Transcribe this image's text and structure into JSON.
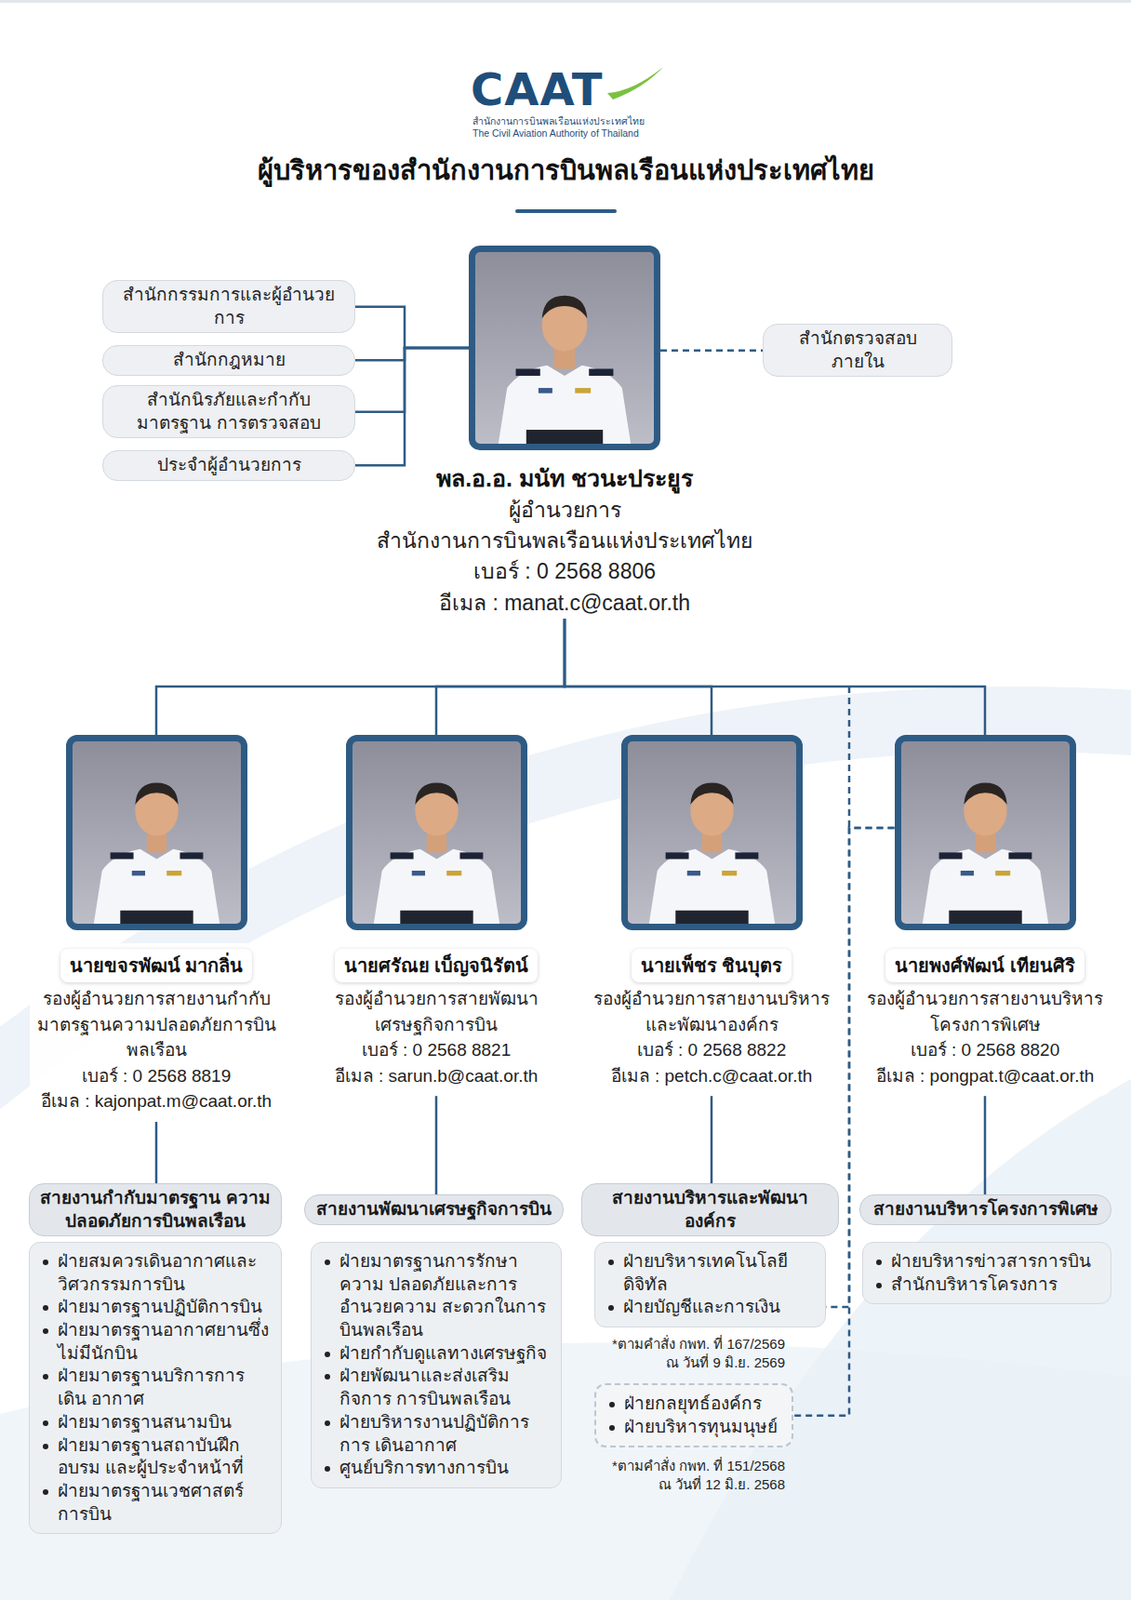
{
  "diagram": {
    "title": "ผู้บริหารของสำนักงานการบินพลเรือนแห่งประเทศไทย",
    "nodes": [
      {
        "text": [
          "สำนักกรรมการและผู้อำนวยการ"
        ]
      },
      {
        "text": [
          "สำนักกฎหมาย"
        ]
      },
      {
        "text": [
          "สำนักนิรภัยและกำกับมาตรฐาน การตรวจสอบ"
        ]
      },
      {
        "text": [
          "ประจำผู้อำนวยการ"
        ]
      },
      {
        "text": [
          "พล.อ.อ. มนัท ชวนะประยูร",
          "ผู้อำนวยการ",
          "สำนักงานการบินพลเรือนแห่งประเทศไทย",
          "เบอร์ : 0 2568 8806",
          "อีเมล : manat.c@caat.or.th"
        ]
      },
      {
        "text": [
          "สำนักตรวจสอบภายใน"
        ]
      },
      {
        "text": [
          "นายขจรพัฒน์ มากลิ่น",
          "รองผู้อำนวยการสายงานกำกับ มาตรฐานความปลอดภัยการบิน พลเรือน",
          "เบอร์ : 0 2568 8819",
          "อีเมล : kajonpat.m@caat.or.th"
        ]
      },
      {
        "text": [
          "นายศรัณย เบ็ญจนิรัตน์",
          "รองผู้อำนวยการสายพัฒนา เศรษฐกิจการบิน",
          "เบอร์ : 0 2568 8821",
          "อีเมล : sarun.b@caat.or.th"
        ]
      },
      {
        "text": [
          "นายเพ็ชร ชินบุตร",
          "รองผู้อำนวยการสายงานบริหาร และพัฒนาองค์กร",
          "เบอร์ : 0 2568 8822",
          "อีเมล : petch.c@caat.or.th"
        ]
      },
      {
        "text": [
          "นายพงศ์พัฒน์ เทียนศิริ",
          "รองผู้อำนวยการสายงานบริหาร โครงการพิเศษ",
          "เบอร์ : 0 2568 8820",
          "อีเมล : pongpat.t@caat.or.th"
        ]
      },
      {
        "text": [
          "สายงานกำกับมาตรฐาน ความปลอดภัยการบินพลเรือน"
        ]
      },
      {
        "text": [
          "ฝ่ายสมควรเดินอากาศและ วิศวกรรมการบิน",
          "ฝ่ายมาตรฐานปฏิบัติการบิน",
          "ฝ่ายมาตรฐานอากาศยานซึ่ง ไม่มีนักบิน",
          "ฝ่ายมาตรฐานบริการการเดิน อากาศ",
          "ฝ่ายมาตรฐานสนามบิน",
          "ฝ่ายมาตรฐานสถาบันฝึกอบรม และผู้ประจำหน้าที่",
          "ฝ่ายมาตรฐานเวชศาสตร์การบิน"
        ]
      },
      {
        "text": [
          "สายงานพัฒนาเศรษฐกิจการบิน"
        ]
      },
      {
        "text": [
          "ฝ่ายมาตรฐานการรักษาความ ปลอดภัยและการอำนวยความ สะดวกในการบินพลเรือน",
          "ฝ่ายกำกับดูแลทางเศรษฐกิจ",
          "ฝ่ายพัฒนาและส่งเสริมกิจการ การบินพลเรือน",
          "ฝ่ายบริหารงานปฏิบัติการการ เดินอากาศ",
          "ศูนย์บริการทางการบิน"
        ]
      },
      {
        "text": [
          "สายงานบริหารและพัฒนาองค์กร"
        ]
      },
      {
        "text": [
          "ฝ่ายบริหารเทคโนโลยีดิจิทัล",
          "ฝ่ายบัญชีและการเงิน"
        ]
      },
      {
        "text": [
          "ฝ่ายกลยุทธ์องค์กร",
          "ฝ่ายบริหารทุนมนุษย์"
        ]
      },
      {
        "text": [
          "สายงานบริหารโครงการพิเศษ"
        ]
      },
      {
        "text": [
          "ฝ่ายบริหารข่าวสารการบิน",
          "สำนักบริหารโครงการ"
        ]
      }
    ],
    "edges": [
      {
        "from": 4,
        "to": 0,
        "arrow": "none"
      },
      {
        "from": 4,
        "to": 1,
        "arrow": "none"
      },
      {
        "from": 4,
        "to": 2,
        "arrow": "none"
      },
      {
        "from": 4,
        "to": 3,
        "arrow": "none"
      },
      {
        "from": 4,
        "to": 5,
        "arrow": "none"
      },
      {
        "from": 4,
        "to": 6,
        "arrow": "none"
      },
      {
        "from": 4,
        "to": 7,
        "arrow": "none"
      },
      {
        "from": 4,
        "to": 8,
        "arrow": "none"
      },
      {
        "from": 4,
        "to": 9,
        "arrow": "none"
      },
      {
        "from": 6,
        "to": 10,
        "arrow": "none"
      },
      {
        "from": 7,
        "to": 12,
        "arrow": "none"
      },
      {
        "from": 8,
        "to": 14,
        "arrow": "none"
      },
      {
        "from": 9,
        "to": 17,
        "arrow": "none"
      },
      {
        "from": 9,
        "to": 15,
        "arrow": "none"
      },
      {
        "from": 9,
        "to": 16,
        "arrow": "none"
      }
    ],
    "labels": [
      "CAAT",
      "สำนักงานการบินพลเรือนแห่งประเทศไทย",
      "The Civil Aviation Authority of Thailand",
      "*ตามคำสั่ง กพท. ที่ 167/2569",
      "ณ วันที่ 9 มิ.ย. 2569",
      "*ตามคำสั่ง กพท. ที่ 151/2568",
      "ณ วันที่ 12 มิ.ย. 2568"
    ]
  }
}
